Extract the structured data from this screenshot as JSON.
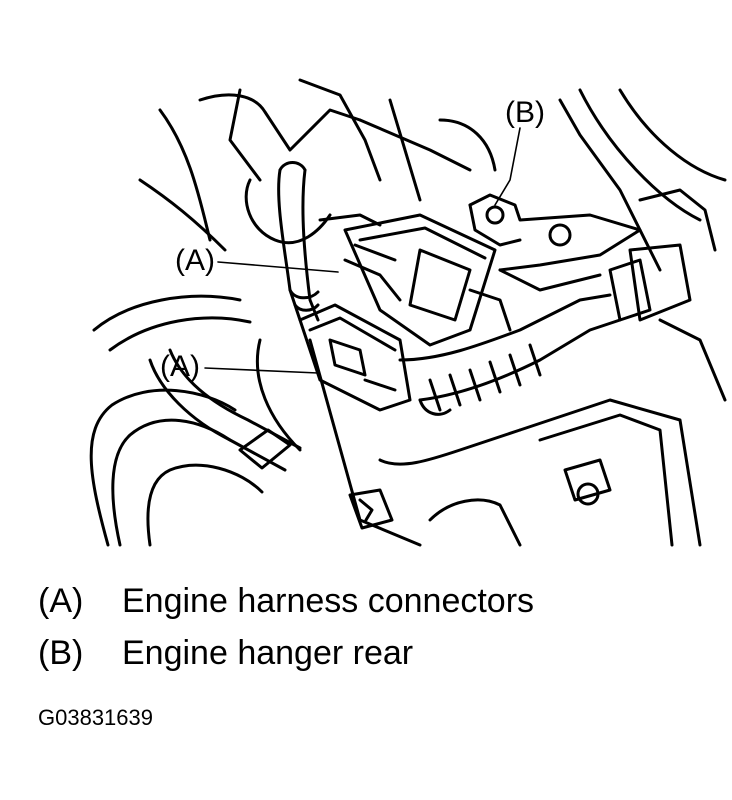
{
  "callouts": {
    "a_upper": "(A)",
    "a_lower": "(A)",
    "b": "(B)"
  },
  "legend": [
    {
      "key": "(A)",
      "description": "Engine harness connectors"
    },
    {
      "key": "(B)",
      "description": "Engine hanger rear"
    }
  ],
  "figure_id": "G03831639",
  "colors": {
    "line": "#000000",
    "background": "#ffffff"
  }
}
